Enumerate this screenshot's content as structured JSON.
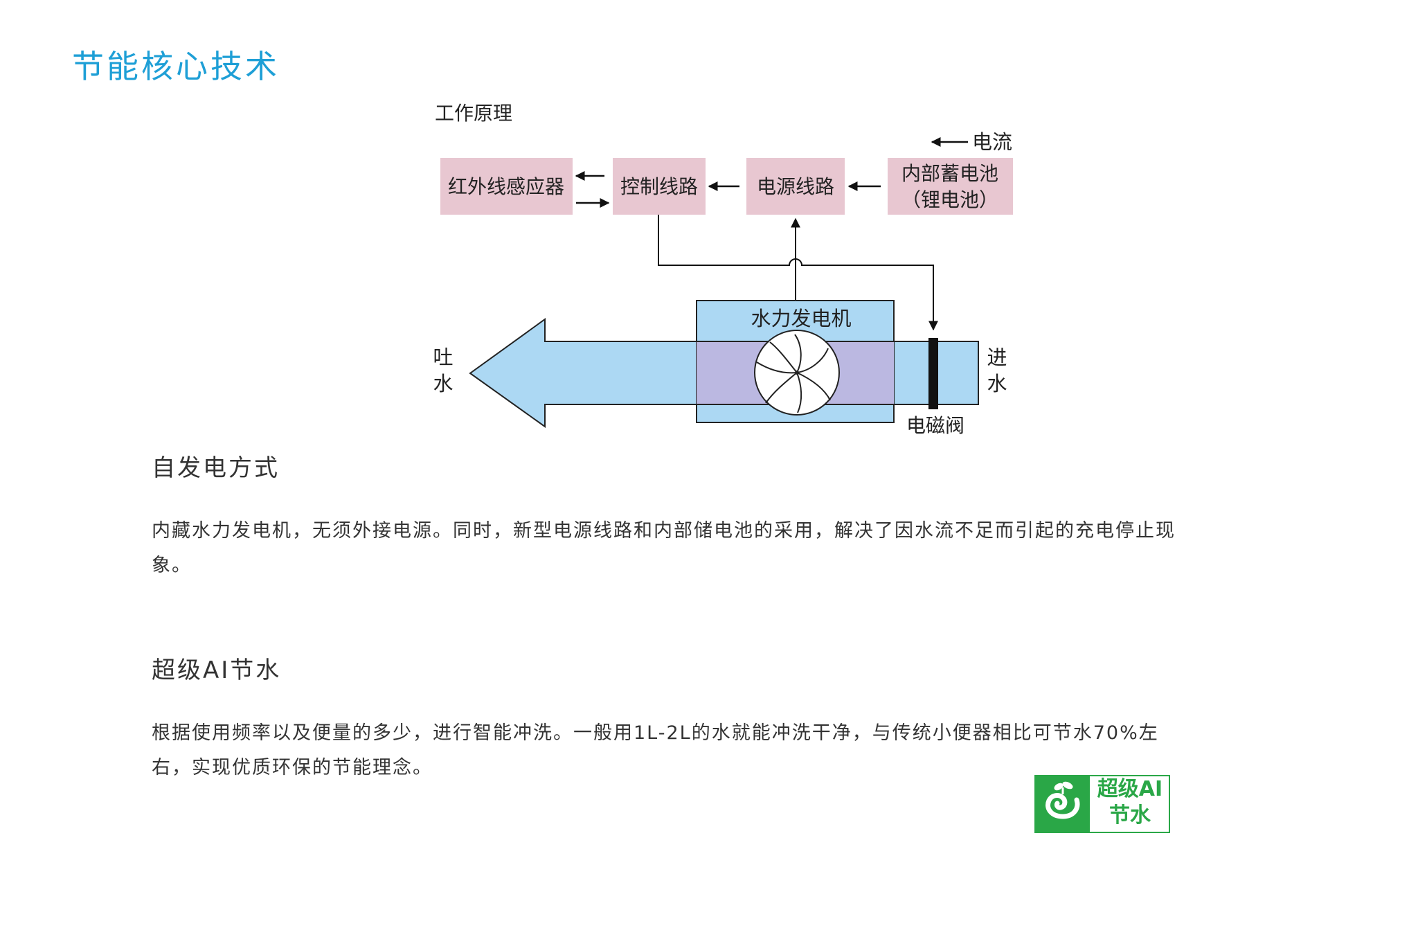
{
  "page": {
    "title": "节能核心技术"
  },
  "diagram": {
    "caption": "工作原理",
    "current_label": "电流",
    "boxes": {
      "infrared": "红外线感应器",
      "control": "控制线路",
      "power": "电源线路",
      "battery_line1": "内部蓄电池",
      "battery_line2": "（锂电池）"
    },
    "generator_label": "水力发电机",
    "outlet_label_1": "吐",
    "outlet_label_2": "水",
    "inlet_label_1": "进",
    "inlet_label_2": "水",
    "valve_label": "电磁阀",
    "colors": {
      "box_fill": "#e8c7d1",
      "pipe_fill": "#acd8f3",
      "generator_band": "#bbb8e1"
    }
  },
  "sections": [
    {
      "heading": "自发电方式",
      "body": "内藏水力发电机，无须外接电源。同时，新型电源线路和内部储电池的采用，解决了因水流不足而引起的充电停止现象。"
    },
    {
      "heading": "超级AI节水",
      "body": "根据使用频率以及便量的多少，进行智能冲洗。一般用1L-2L的水就能冲洗干净，与传统小便器相比可节水70%左右，实现优质环保的节能理念。"
    }
  ],
  "badge": {
    "line1": "超级AI",
    "line2": "节水",
    "color": "#2aa747"
  }
}
